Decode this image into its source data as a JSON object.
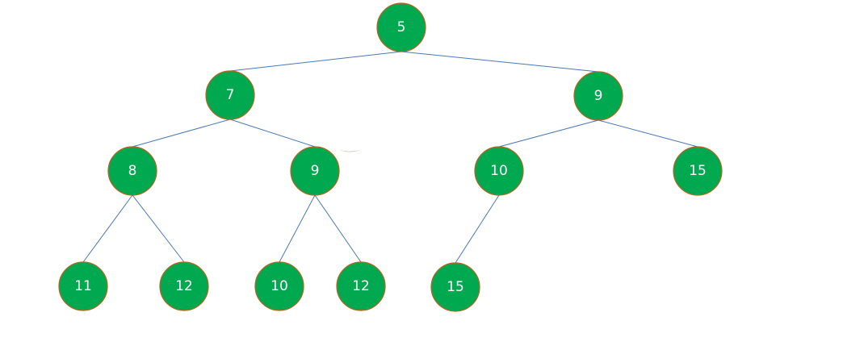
{
  "colors": {
    "node_fill": "#00a94f",
    "node_border": "#b5651d",
    "edge": "#4a78b8",
    "label": "#ffffff"
  },
  "tree": {
    "nodes": [
      {
        "id": "n0",
        "label": "5"
      },
      {
        "id": "n1",
        "label": "7"
      },
      {
        "id": "n2",
        "label": "9"
      },
      {
        "id": "n3",
        "label": "8"
      },
      {
        "id": "n4",
        "label": "9"
      },
      {
        "id": "n5",
        "label": "10"
      },
      {
        "id": "n6",
        "label": "15"
      },
      {
        "id": "n7",
        "label": "11"
      },
      {
        "id": "n8",
        "label": "12"
      },
      {
        "id": "n9",
        "label": "10"
      },
      {
        "id": "n10",
        "label": "12"
      },
      {
        "id": "n11",
        "label": "15"
      }
    ],
    "edges": [
      {
        "from": "n0",
        "to": "n1"
      },
      {
        "from": "n0",
        "to": "n2"
      },
      {
        "from": "n1",
        "to": "n3"
      },
      {
        "from": "n1",
        "to": "n4"
      },
      {
        "from": "n2",
        "to": "n5"
      },
      {
        "from": "n2",
        "to": "n6"
      },
      {
        "from": "n3",
        "to": "n7"
      },
      {
        "from": "n3",
        "to": "n8"
      },
      {
        "from": "n4",
        "to": "n9"
      },
      {
        "from": "n4",
        "to": "n10"
      },
      {
        "from": "n5",
        "to": "n11"
      }
    ]
  }
}
